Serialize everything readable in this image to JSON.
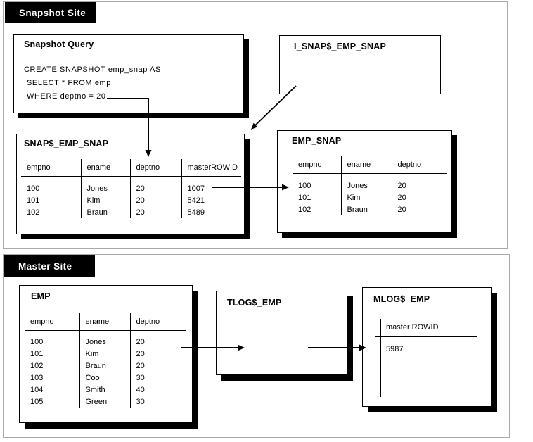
{
  "sections": {
    "snapshot": {
      "label": "Snapshot Site"
    },
    "master": {
      "label": "Master Site"
    }
  },
  "snapshot_query": {
    "title": "Snapshot Query",
    "lines": [
      "CREATE SNAPSHOT emp_snap AS",
      "SELECT * FROM emp",
      "WHERE deptno = 20"
    ]
  },
  "index_box": {
    "title": "I_SNAP$_EMP_SNAP"
  },
  "snap_table": {
    "title": "SNAP$_EMP_SNAP",
    "columns": [
      "empno",
      "ename",
      "deptno",
      "masterROWID"
    ],
    "rows": [
      [
        "100",
        "Jones",
        "20",
        "1007"
      ],
      [
        "101",
        "Kim",
        "20",
        "5421"
      ],
      [
        "102",
        "Braun",
        "20",
        "5489"
      ]
    ]
  },
  "emp_snap_table": {
    "title": "EMP_SNAP",
    "columns": [
      "empno",
      "ename",
      "deptno"
    ],
    "rows": [
      [
        "100",
        "Jones",
        "20"
      ],
      [
        "101",
        "Kim",
        "20"
      ],
      [
        "102",
        "Braun",
        "20"
      ]
    ]
  },
  "emp_table": {
    "title": "EMP",
    "columns": [
      "empno",
      "ename",
      "deptno"
    ],
    "rows": [
      [
        "100",
        "Jones",
        "20"
      ],
      [
        "101",
        "Kim",
        "20"
      ],
      [
        "102",
        "Braun",
        "20"
      ],
      [
        "103",
        "Coo",
        "30"
      ],
      [
        "104",
        "Smith",
        "40"
      ],
      [
        "105",
        "Green",
        "30"
      ]
    ]
  },
  "tlog_box": {
    "title": "TLOG$_EMP"
  },
  "mlog_box": {
    "title": "MLOG$_EMP",
    "column": "master ROWID",
    "values": [
      "5987",
      ".",
      ".",
      "."
    ]
  },
  "colors": {
    "banner_bg": "#000000",
    "banner_text": "#ffffff",
    "box_border": "#000000",
    "shadow": "#000000",
    "section_border": "#a9a9a9"
  }
}
